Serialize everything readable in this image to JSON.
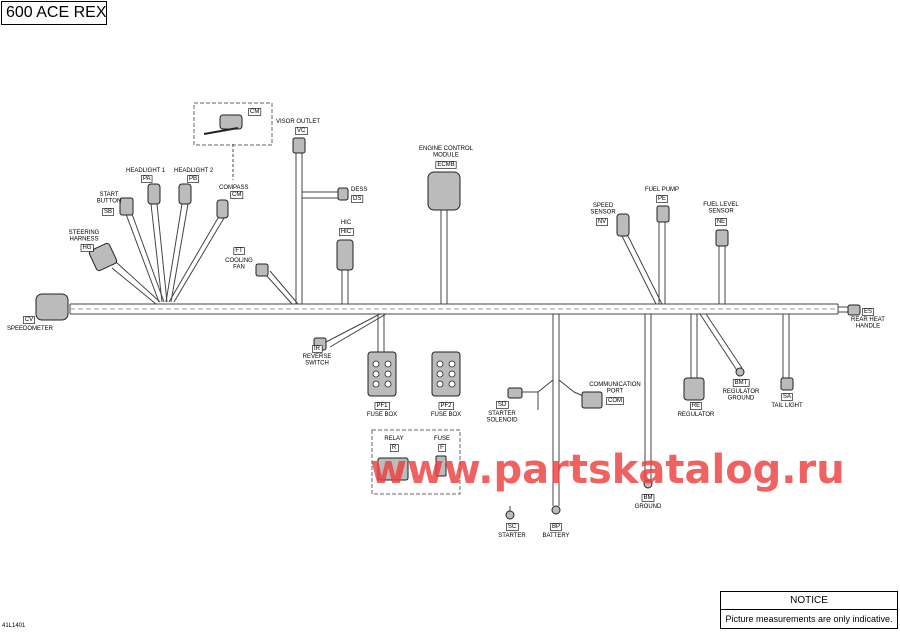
{
  "title": "600 ACE REX",
  "notice": {
    "heading": "NOTICE",
    "text": "Picture measurements are only indicative."
  },
  "drawing_number": "41L1401",
  "watermark": "www.partskatalog.ru",
  "labels": {
    "cm_top": "CM",
    "visor_outlet": "VISOR OUTLET",
    "vc": "VC",
    "headlight1": "HEADLIGHT 1",
    "pa": "PA",
    "headlight2": "HEADLIGHT 2",
    "pb": "PB",
    "compass": "COMPASS",
    "cm": "CM",
    "start_button": "START|BUTTON",
    "sb": "SB",
    "steering_harness": "STEERING|HARNESS",
    "hg": "HG",
    "dess": "DESS",
    "ds": "DS",
    "hic_label": "HIC",
    "hic": "HIC",
    "ft": "FT",
    "cooling_fan": "COOLING|FAN",
    "ecm_label": "ENGINE CONTROL|MODULE",
    "ecmb": "ECMB",
    "speed_sensor": "SPEED|SENSOR",
    "nv": "NV",
    "fuel_pump": "FUEL PUMP",
    "pe": "PE",
    "fuel_level": "FUEL LEVEL|SENSOR",
    "ne": "NE",
    "es": "ES",
    "rear_heat": "REAR HEAT|HANDLE",
    "cv": "CV",
    "speedometer": "SPEEDOMETER",
    "ir": "IR",
    "reverse_switch": "REVERSE|SWITCH",
    "pf1": "PF1",
    "fuse_box1": "FUSE BOX",
    "pf2": "PF2",
    "fuse_box2": "FUSE BOX",
    "sd": "SD",
    "starter_solenoid": "STARTER|SOLENOID",
    "comm_port": "COMMUNICATION|PORT",
    "com": "COM",
    "re": "RE",
    "regulator": "REGULATOR",
    "bmt": "BMT",
    "regulator_ground": "REGULATOR|GROUND",
    "sa": "SA",
    "tail_light": "TAIL LIGHT",
    "relay": "RELAY",
    "r": "R",
    "fuse": "FUSE",
    "f": "F",
    "bm": "BM",
    "ground": "GROUND",
    "sc": "SC",
    "starter": "STARTER",
    "bp": "BP",
    "battery": "BATTERY"
  }
}
